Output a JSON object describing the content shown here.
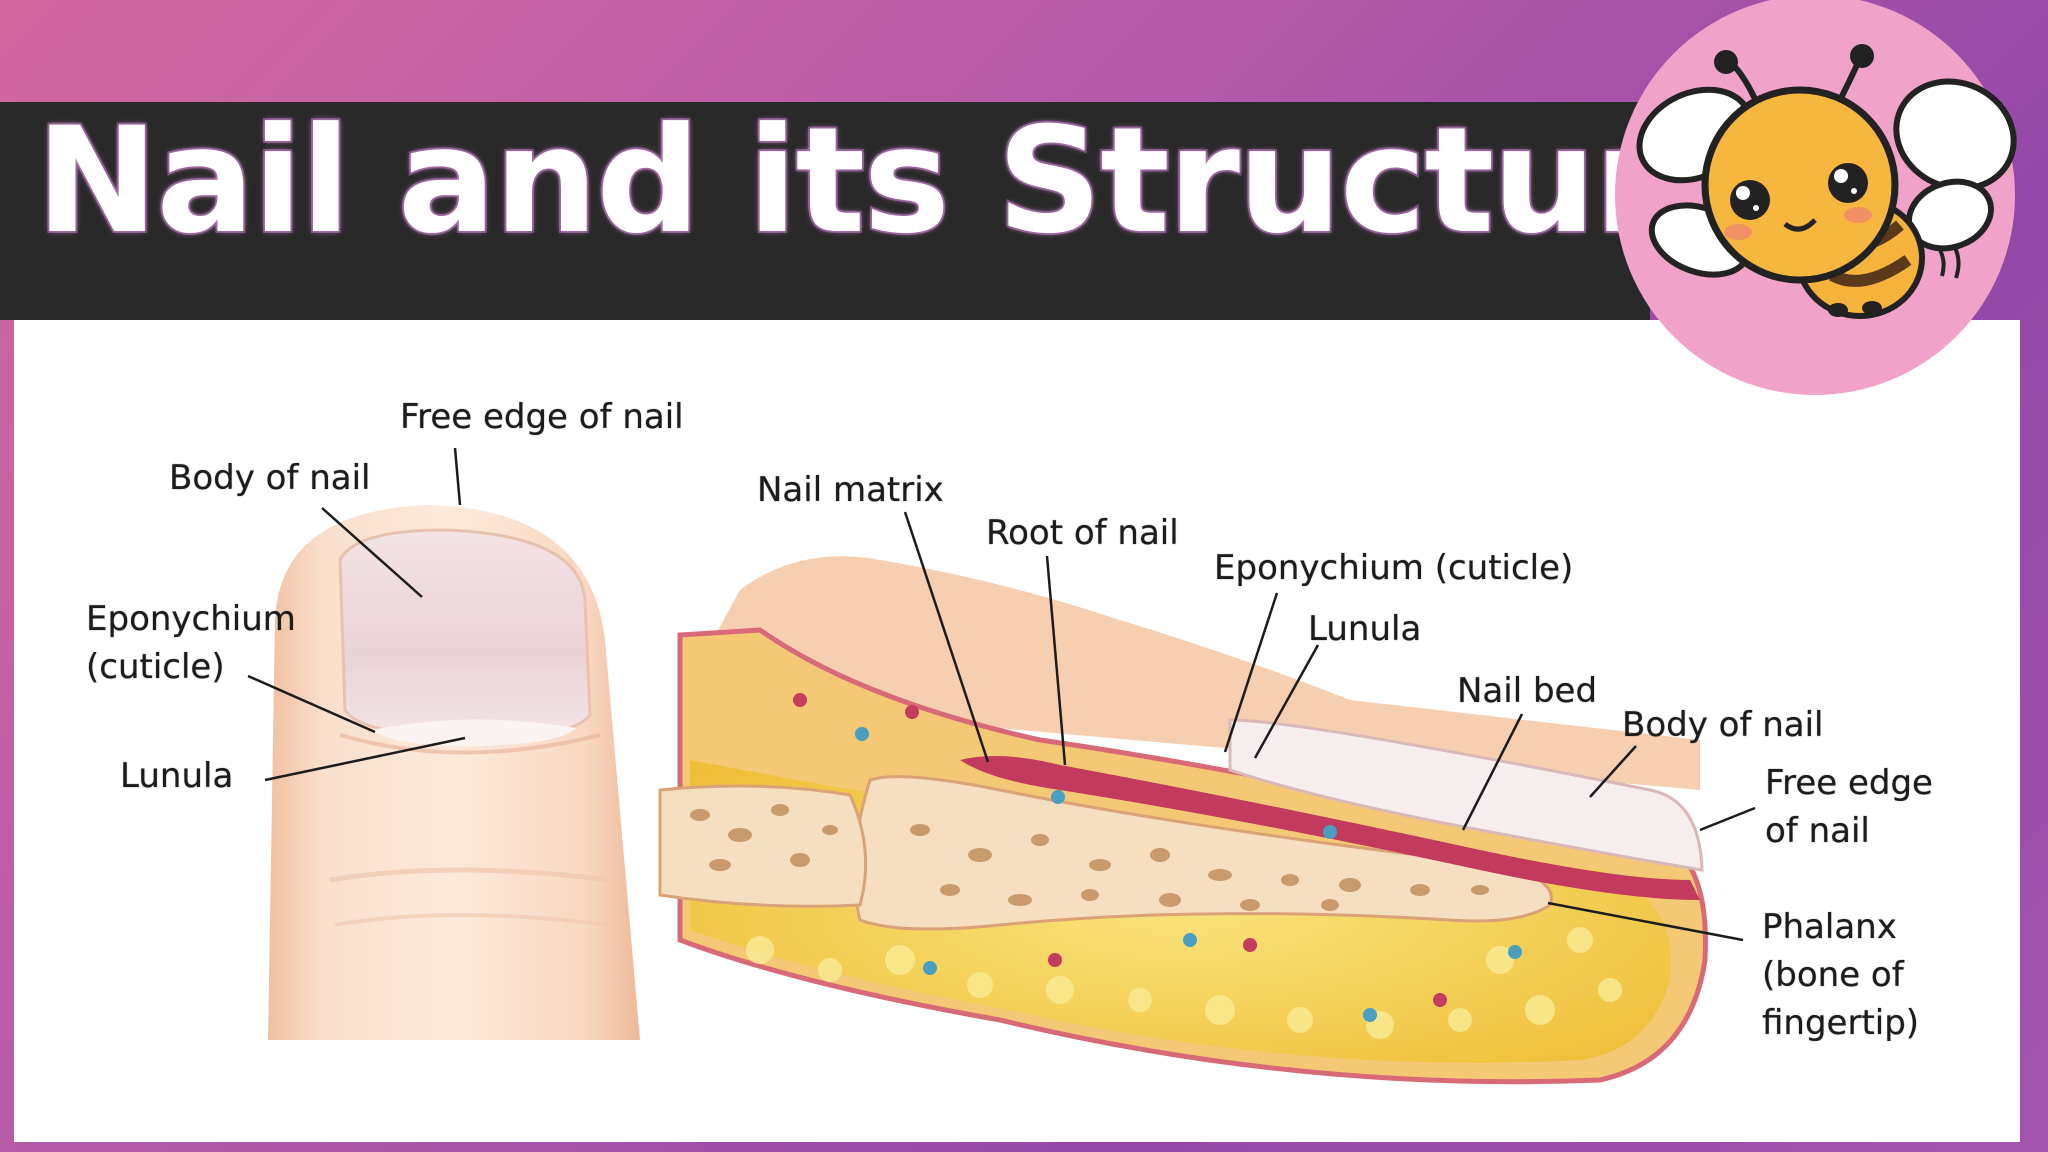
{
  "slide": {
    "title": "Nail and its Structure"
  },
  "diagram": {
    "left_labels": {
      "free_edge": "Free edge of nail",
      "body": "Body of nail",
      "eponychium_line1": "Eponychium",
      "eponychium_line2": "(cuticle)",
      "lunula": "Lunula"
    },
    "right_labels": {
      "nail_matrix": "Nail matrix",
      "root": "Root of nail",
      "eponychium": "Eponychium (cuticle)",
      "lunula": "Lunula",
      "nail_bed": "Nail bed",
      "body": "Body of nail",
      "free_edge_line1": "Free edge",
      "free_edge_line2": "of nail",
      "phalanx_line1": "Phalanx",
      "phalanx_line2": "(bone of",
      "phalanx_line3": "fingertip)"
    }
  },
  "colors": {
    "background_gradient": [
      "#d2689f",
      "#9348a8"
    ],
    "title_bar": "#292929",
    "mascot_circle": "#f0a2c8",
    "skin": "#f6cfb0",
    "fat_tissue": "#f2cc4a",
    "bone": "#f6dfc0",
    "nail_tissue": "#c23b5e"
  },
  "icons": {
    "mascot": "bee-mascot-icon"
  }
}
